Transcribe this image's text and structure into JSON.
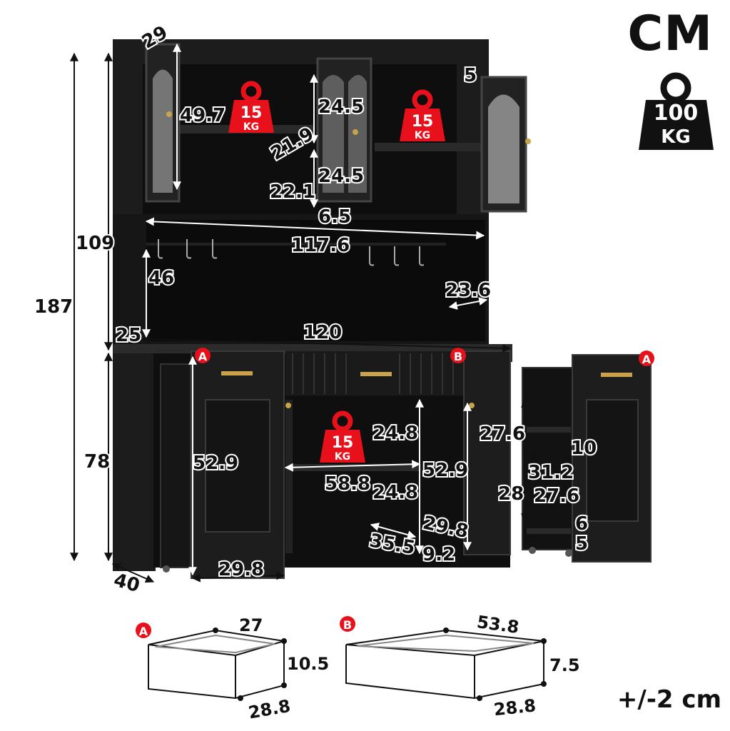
{
  "header": {
    "unit": "CM",
    "tolerance": "+/-2 cm"
  },
  "capacity_badge": {
    "value": "100",
    "unit": "KG"
  },
  "shelf_load": {
    "value": "15",
    "unit": "KG"
  },
  "dimensions": {
    "total_height": "187",
    "upper_height": "109",
    "lower_height": "78",
    "upper_depth": "29",
    "glass_door_height": "49.7",
    "top_gap": "5",
    "upper_shelf_gap_top": "24.5",
    "upper_shelf_gap_bottom": "24.5",
    "upper_shelf_depth": "21.9",
    "upper_shelf_depth_2": "22.1",
    "upper_base_height": "6.5",
    "hook_rail_width": "117.6",
    "hutch_open_height": "46",
    "hutch_side_depth": "23.6",
    "counter_depth": "25",
    "total_width": "120",
    "side_cabinet_height": "52.9",
    "side_door_width": "29.8",
    "base_depth": "40",
    "center_shelf_top": "24.8",
    "center_shelf_bottom": "24.8",
    "center_inner_width": "58.8",
    "center_height": "52.9",
    "center_depth": "35.5",
    "center_door_width": "29.8",
    "center_kick": "9.2",
    "right_door_height": "27.6",
    "pullout_top_gap": "10",
    "pullout_depth": "31.2",
    "pullout_height": "28",
    "pullout_width": "27.6",
    "pullout_rail_gap": "6",
    "pullout_base": "5"
  },
  "drawer_a": {
    "label": "A",
    "width": "27",
    "height": "10.5",
    "depth": "28.8"
  },
  "drawer_b": {
    "label": "B",
    "width": "53.8",
    "height": "7.5",
    "depth": "28.8"
  },
  "colors": {
    "cabinet": "#1c1c1c",
    "cabinet_edge": "#3a3a3a",
    "accent_red": "#e8101a",
    "gold": "#c9a24a",
    "line": "#111111"
  }
}
